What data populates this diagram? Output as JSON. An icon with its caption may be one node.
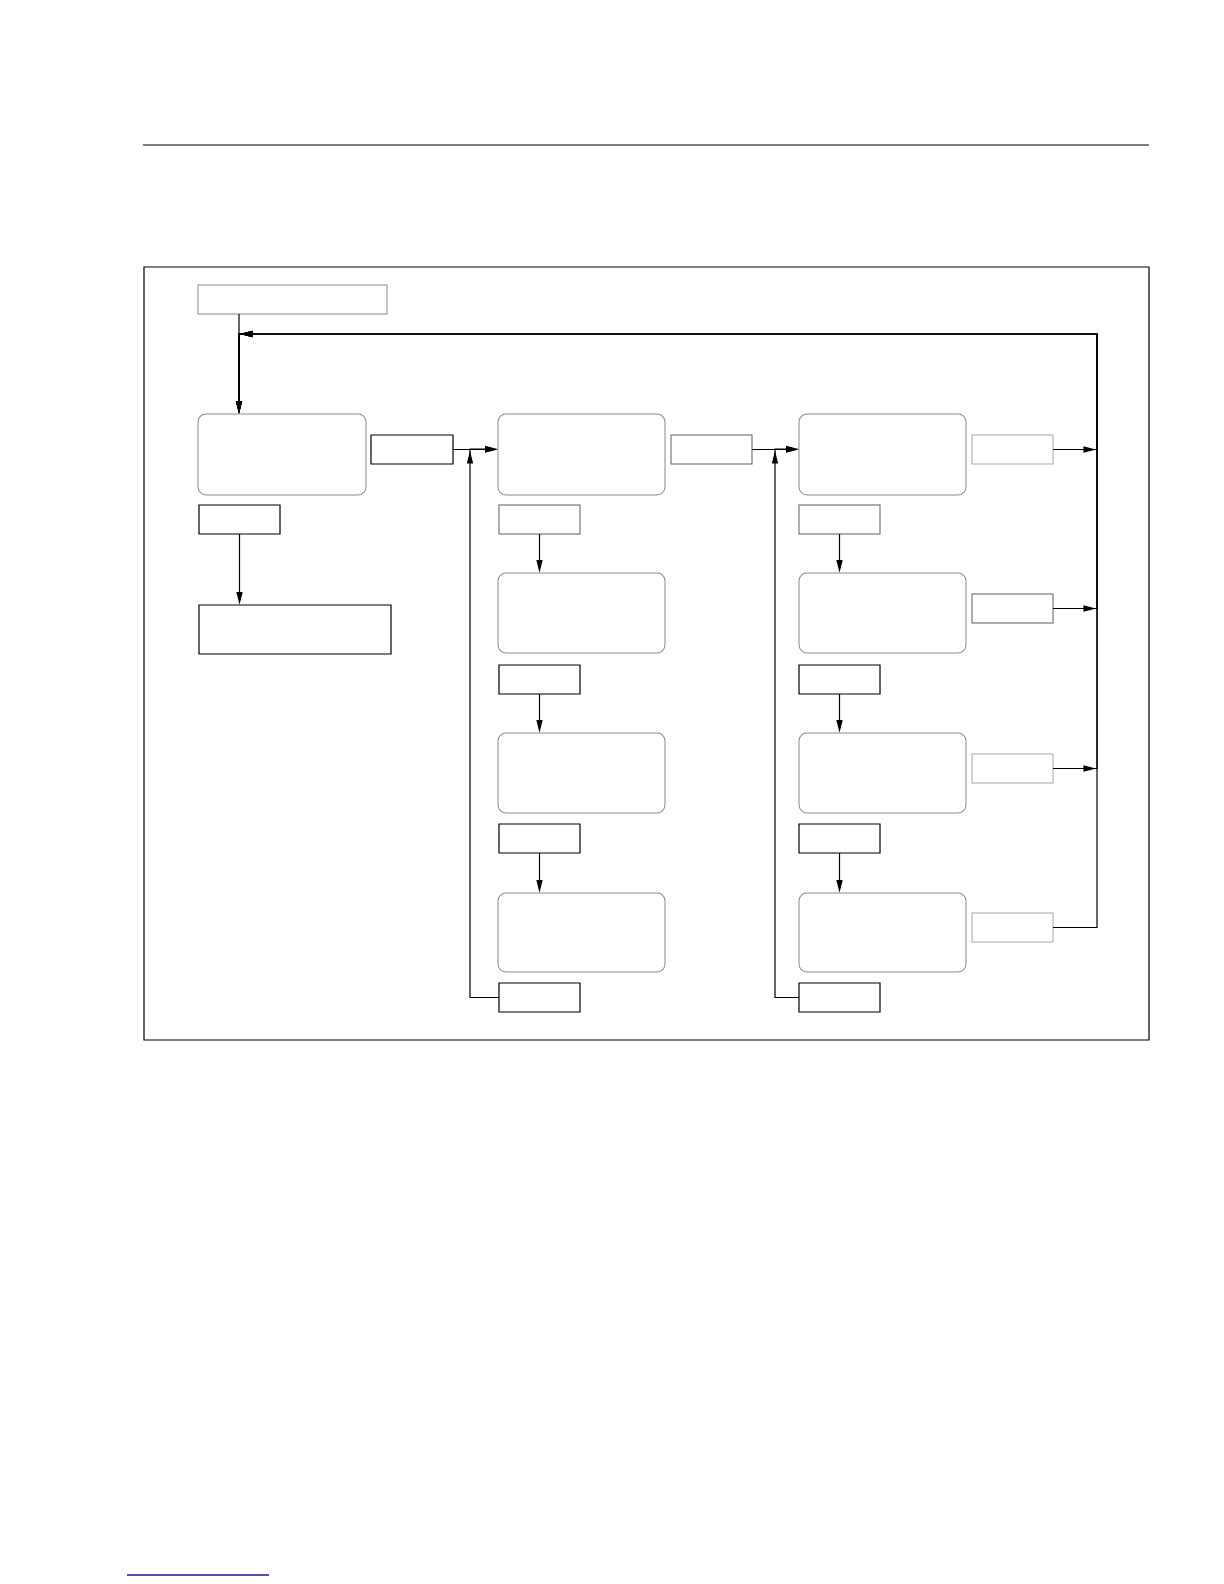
{
  "diagram": {
    "nodes": [
      {
        "text": [],
        "shape": "box"
      },
      {
        "text": [],
        "shape": "box"
      },
      {
        "text": [],
        "shape": "box"
      },
      {
        "text": [],
        "shape": "box"
      },
      {
        "text": [],
        "shape": "box"
      },
      {
        "text": [],
        "shape": "box"
      },
      {
        "text": [],
        "shape": "box"
      },
      {
        "text": [],
        "shape": "box"
      },
      {
        "text": [],
        "shape": "box"
      },
      {
        "text": [],
        "shape": "box"
      },
      {
        "text": [],
        "shape": "box"
      },
      {
        "text": [],
        "shape": "box"
      },
      {
        "text": [],
        "shape": "box"
      },
      {
        "text": [],
        "shape": "box"
      },
      {
        "text": [],
        "shape": "box"
      },
      {
        "text": [],
        "shape": "box"
      },
      {
        "text": [],
        "shape": "box"
      },
      {
        "text": [],
        "shape": "box"
      },
      {
        "text": [],
        "shape": "box"
      },
      {
        "text": [],
        "shape": "box"
      },
      {
        "text": [],
        "shape": "box"
      },
      {
        "text": [],
        "shape": "box"
      },
      {
        "text": [],
        "shape": "box"
      },
      {
        "text": [],
        "shape": "box"
      },
      {
        "text": [],
        "shape": "box"
      },
      {
        "text": [],
        "shape": "box"
      }
    ],
    "edges": [
      {
        "from": 0,
        "to": 1,
        "arrow": "to"
      },
      {
        "from": 3,
        "to": 4,
        "arrow": "to"
      },
      {
        "from": 2,
        "to": 5,
        "arrow": "to"
      },
      {
        "from": 6,
        "to": 7,
        "arrow": "to"
      },
      {
        "from": 8,
        "to": 9,
        "arrow": "to"
      },
      {
        "from": 10,
        "to": 11,
        "arrow": "to"
      },
      {
        "from": 12,
        "to": 5,
        "arrow": "to"
      },
      {
        "from": 13,
        "to": 14,
        "arrow": "to"
      },
      {
        "from": 16,
        "to": 17,
        "arrow": "to"
      },
      {
        "from": 19,
        "to": 20,
        "arrow": "to"
      },
      {
        "from": 22,
        "to": 23,
        "arrow": "to"
      },
      {
        "from": 25,
        "to": 14,
        "arrow": "to"
      },
      {
        "from": 15,
        "to": 1,
        "arrow": "to"
      },
      {
        "from": 18,
        "to": 1,
        "arrow": "to"
      },
      {
        "from": 21,
        "to": 1,
        "arrow": "to"
      },
      {
        "from": 24,
        "to": 1,
        "arrow": "to"
      }
    ]
  }
}
